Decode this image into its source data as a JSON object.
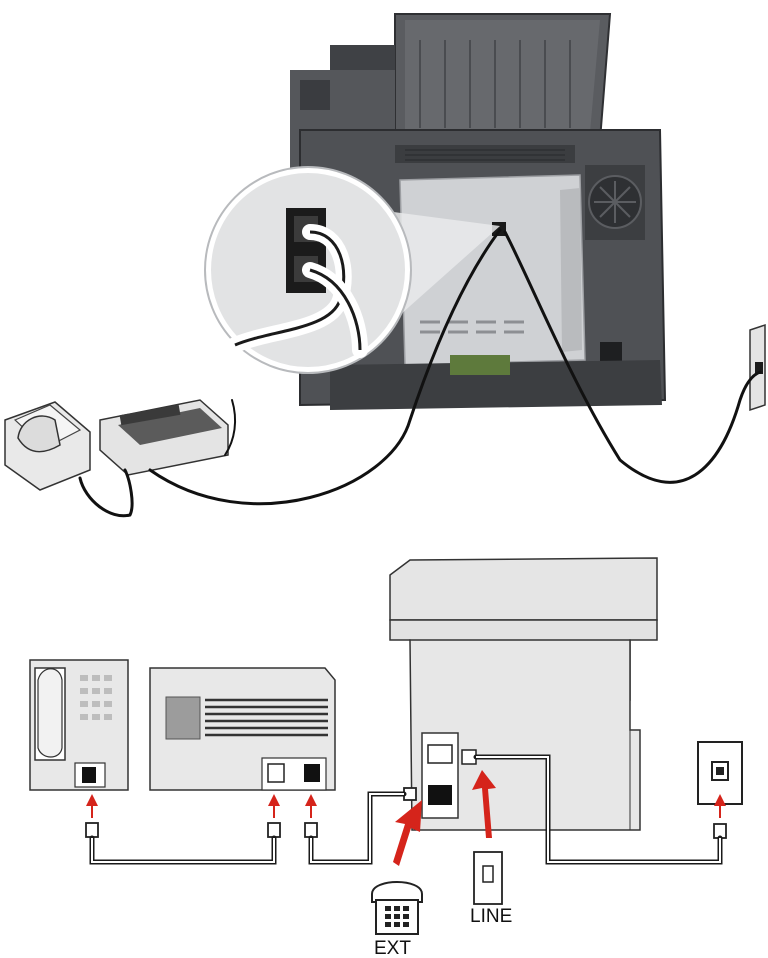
{
  "labels": {
    "ext": "EXT",
    "line": "LINE"
  },
  "colors": {
    "printer_dark": "#4b4d51",
    "printer_mid": "#6d7075",
    "printer_back": "#cfd1d4",
    "cable": "#111111",
    "arrow": "#d5241b",
    "outline": "#222222",
    "device_fill": "#e6e6e6",
    "screen_fill": "#9c9c9c"
  },
  "icons": {
    "telephone_ext": "telephone-icon",
    "wall_jack": "wall-jack-icon",
    "callout": "magnifier-callout"
  }
}
